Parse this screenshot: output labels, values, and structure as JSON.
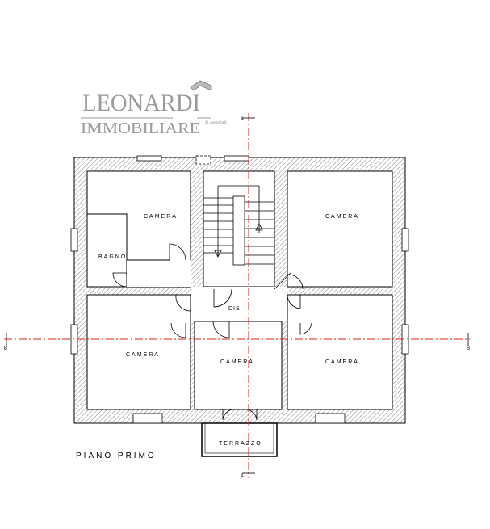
{
  "logo": {
    "name": "LEONARDI",
    "tagline": "& associati",
    "subtitle": "IMMOBILIARE"
  },
  "plan": {
    "title": "PIANO PRIMO",
    "rooms": {
      "camera_top_left": "CAMERA",
      "bagno": "BAGNO",
      "camera_top_right": "CAMERA",
      "camera_bottom_left": "CAMERA",
      "camera_center": "CAMERA",
      "camera_bottom_right": "CAMERA",
      "disimpegno": "DIS.",
      "terrazzo": "TERRAZZO"
    },
    "section_marks": {
      "a_top": "A",
      "a_bottom": "A",
      "b_left": "B",
      "b_right": "B"
    }
  },
  "colors": {
    "section_line": "#e0201c",
    "wall_hatch": "#555555",
    "logo": "#9a9a9a"
  }
}
